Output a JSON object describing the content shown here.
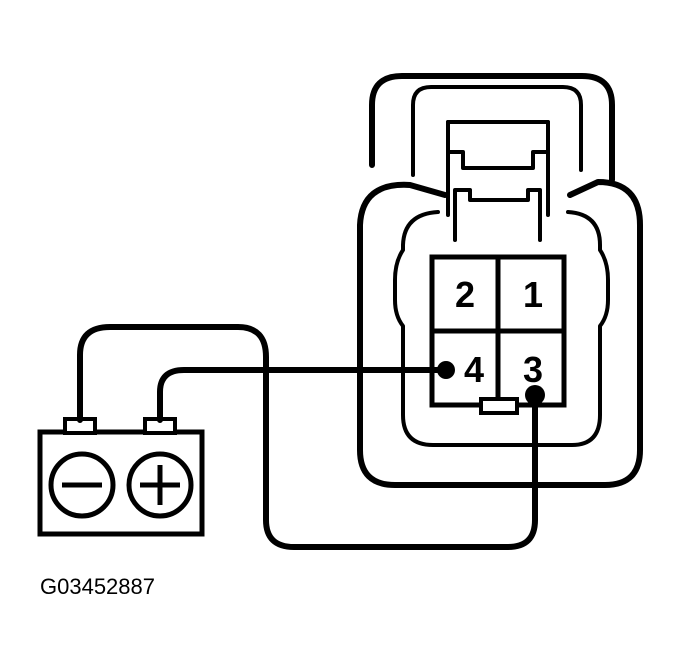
{
  "connector": {
    "pins": [
      {
        "id": "1",
        "label": "1"
      },
      {
        "id": "2",
        "label": "2"
      },
      {
        "id": "3",
        "label": "3"
      },
      {
        "id": "4",
        "label": "4"
      }
    ]
  },
  "battery": {
    "negative_symbol": "minus-icon",
    "positive_symbol": "plus-icon"
  },
  "figure_id": "G03452887",
  "colors": {
    "line": "#000000",
    "background": "#ffffff"
  }
}
